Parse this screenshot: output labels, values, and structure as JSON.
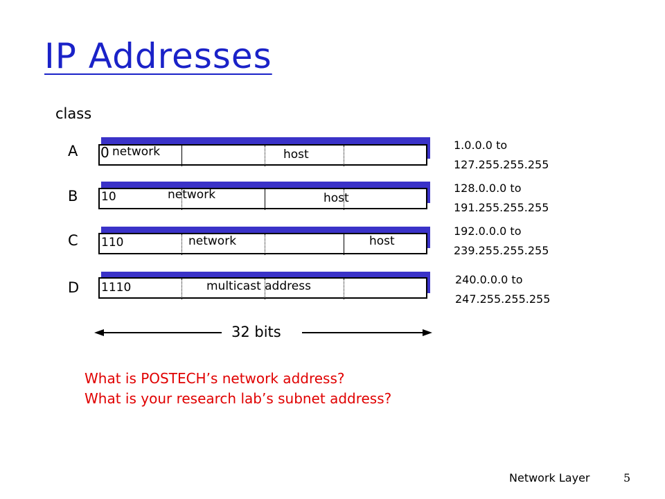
{
  "title": "IP Addresses",
  "class_label": "class",
  "classes": [
    {
      "letter": "A",
      "prefix": "0",
      "fields": [
        "network",
        "host"
      ],
      "range_start": "1.0.0.0 to",
      "range_end": "127.255.255.255"
    },
    {
      "letter": "B",
      "prefix": "10",
      "fields": [
        "network",
        "host"
      ],
      "range_start": "128.0.0.0 to",
      "range_end": "191.255.255.255"
    },
    {
      "letter": "C",
      "prefix": "110",
      "fields": [
        "network",
        "host"
      ],
      "range_start": "192.0.0.0 to",
      "range_end": "239.255.255.255"
    },
    {
      "letter": "D",
      "prefix": "1110",
      "fields": [
        "multicast address"
      ],
      "range_start": "240.0.0.0 to",
      "range_end": "247.255.255.255"
    }
  ],
  "bits_label": "32 bits",
  "questions": [
    "What is POSTECH’s network address?",
    "What is your research lab’s subnet address?"
  ],
  "footer": {
    "label": "Network Layer",
    "page": "5"
  },
  "colors": {
    "title": "#1a22c8",
    "box_shadow": "#3a32c8",
    "questions": "#e00000"
  }
}
